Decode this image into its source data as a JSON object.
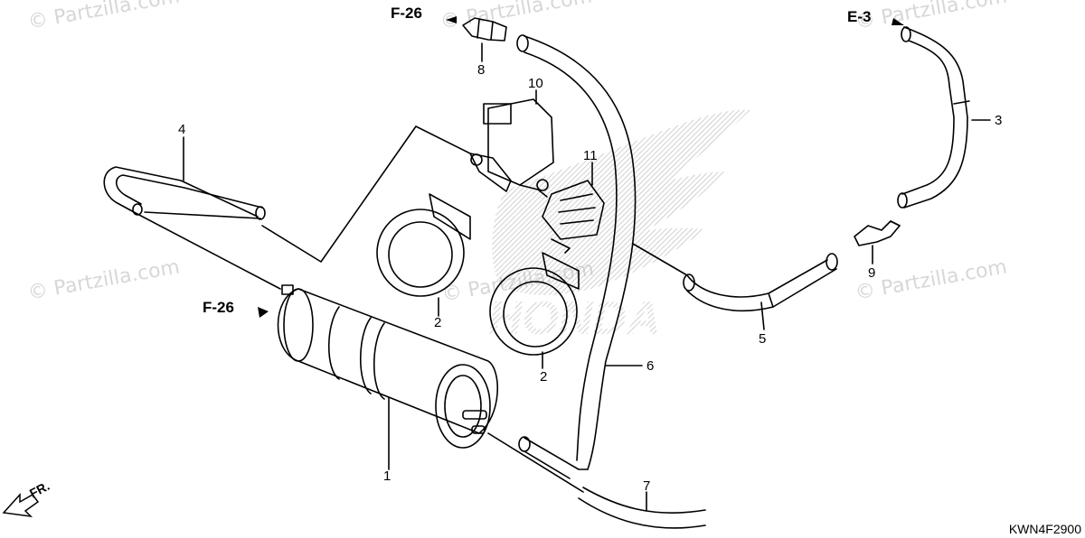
{
  "diagram": {
    "part_numbers": [
      "1",
      "2",
      "2",
      "3",
      "4",
      "5",
      "6",
      "7",
      "8",
      "9",
      "10",
      "11"
    ],
    "section_refs": [
      "F-26",
      "F-26",
      "E-3"
    ],
    "front_marker": "FR.",
    "drawing_code": "KWN4F2900",
    "brand_mark": "HONDA"
  },
  "watermarks": [
    "© Partzilla.com",
    "© Partzilla.com",
    "© Partzilla.com",
    "© Partzilla.com",
    "© Partzilla.com",
    "© Partzilla.com"
  ],
  "colors": {
    "line": "#000000",
    "watermark": "#d7d7d7",
    "logo_hatch": "#bdbdbd"
  }
}
